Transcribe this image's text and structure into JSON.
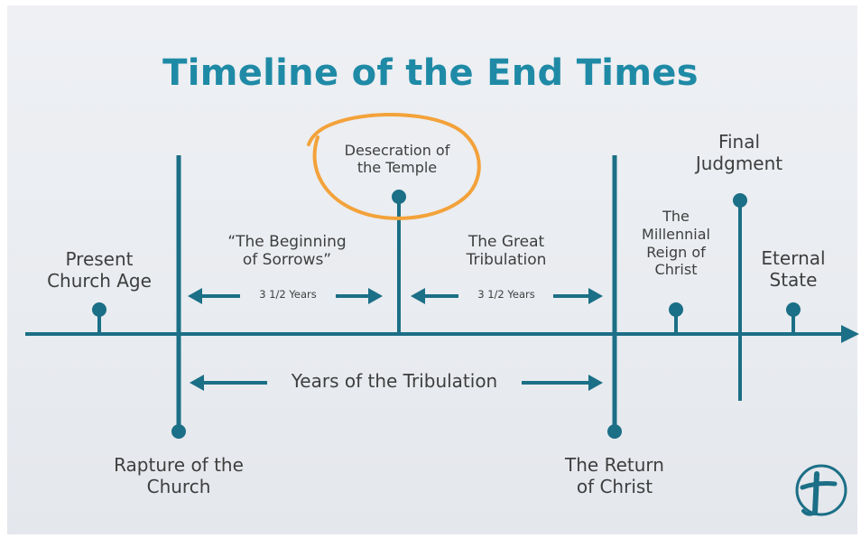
{
  "title": "Timeline of the End Times",
  "colors": {
    "line": "#1b6f86",
    "title": "#1f8aa6",
    "highlight": "#f3a23a",
    "text": "#3e3e3e"
  },
  "labels": {
    "present_church_age": [
      "Present",
      "Church Age"
    ],
    "beginning_of_sorrows": [
      "“The Beginning",
      "of Sorrows”"
    ],
    "desecration": [
      "Desecration of",
      "the Temple"
    ],
    "great_tribulation": [
      "The Great",
      "Tribulation"
    ],
    "millennial_reign": [
      "The",
      "Millennial",
      "Reign of",
      "Christ"
    ],
    "final_judgment": [
      "Final",
      "Judgment"
    ],
    "eternal_state": [
      "Eternal",
      "State"
    ],
    "rapture": [
      "Rapture of the",
      "Church"
    ],
    "return_of_christ": [
      "The Return",
      "of Christ"
    ]
  },
  "spans": {
    "first_half": "3 1/2 Years",
    "second_half": "3 1/2 Years",
    "tribulation": "Years of the Tribulation"
  },
  "logo_icon": "cross-logo-icon"
}
